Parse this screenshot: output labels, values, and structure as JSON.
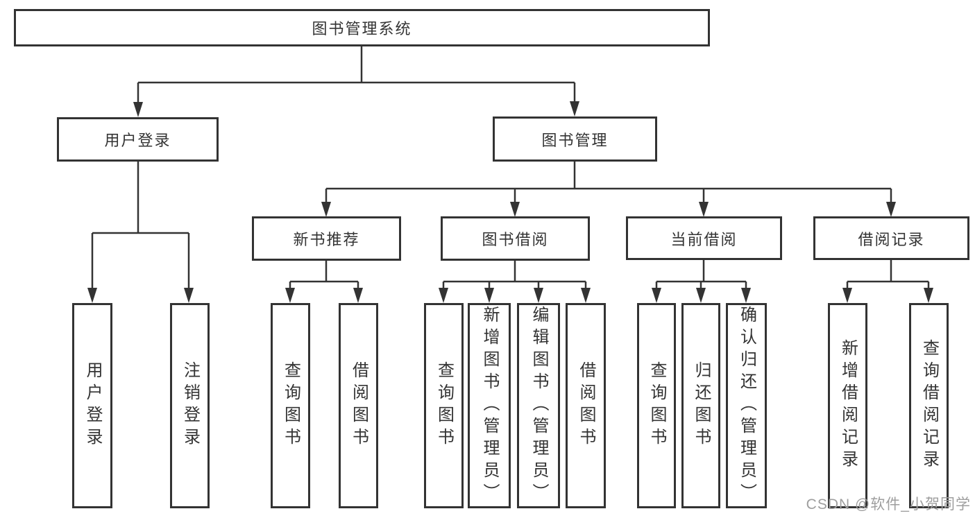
{
  "diagram_type": "functional-structure-tree",
  "tree": {
    "label": "图书管理系统",
    "children": [
      {
        "label": "用户登录",
        "children": [
          {
            "label": "用户登录"
          },
          {
            "label": "注销登录"
          }
        ]
      },
      {
        "label": "图书管理",
        "children": [
          {
            "label": "新书推荐",
            "children": [
              {
                "label": "查询图书"
              },
              {
                "label": "借阅图书"
              }
            ]
          },
          {
            "label": "图书借阅",
            "children": [
              {
                "label": "查询图书"
              },
              {
                "label": "新增图书（管理员）"
              },
              {
                "label": "编辑图书（管理员）"
              },
              {
                "label": "借阅图书"
              }
            ]
          },
          {
            "label": "当前借阅",
            "children": [
              {
                "label": "查询图书"
              },
              {
                "label": "归还图书"
              },
              {
                "label": "确认归还（管理员）"
              }
            ]
          },
          {
            "label": "借阅记录",
            "children": [
              {
                "label": "新增借阅记录"
              },
              {
                "label": "查询借阅记录"
              }
            ]
          }
        ]
      }
    ]
  },
  "watermark": {
    "text": "CSDN @软件_小贺同学"
  },
  "colors": {
    "background": "#ffffff",
    "box_border": "#333333",
    "box_fill": "#ffffff",
    "line": "#333333",
    "text": "#333333",
    "watermark": "#9e9e9e"
  }
}
